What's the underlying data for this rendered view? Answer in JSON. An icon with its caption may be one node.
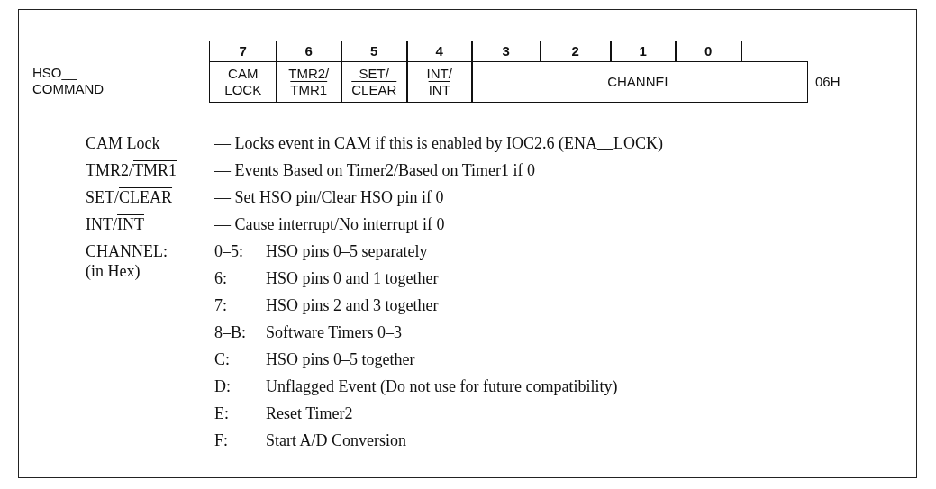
{
  "diagram": {
    "labels": [
      "7",
      "6",
      "5",
      "4",
      "3",
      "2",
      "1",
      "0",
      "HSO__ COMMAND",
      "CAM LOCK",
      "TMR2/TMR1",
      "SET/CLEAR",
      "INT/INT",
      "CHANNEL",
      "06H",
      "CAM Lock",
      "— Locks event in CAM if this is enabled by IOC2.6 (ENA__LOCK)",
      "TMR2/TMR1",
      "— Events Based on Timer2/Based on Timer1 if 0",
      "SET/CLEAR",
      "— Set HSO pin/Clear HSO pin if 0",
      "INT/INT",
      "— Cause interrupt/No interrupt if 0",
      "CHANNEL: (in Hex)",
      "0–5:",
      "HSO pins 0–5 separately",
      "6:",
      "HSO pins 0 and 1 together",
      "7:",
      "HSO pins 2 and 3 together",
      "8–B:",
      "Software Timers 0–3",
      "C:",
      "HSO pins 0–5 together",
      "D:",
      "Unflagged Event (Do not use for future compatibility)",
      "E:",
      "Reset Timer2",
      "F:",
      "Start A/D Conversion"
    ]
  }
}
